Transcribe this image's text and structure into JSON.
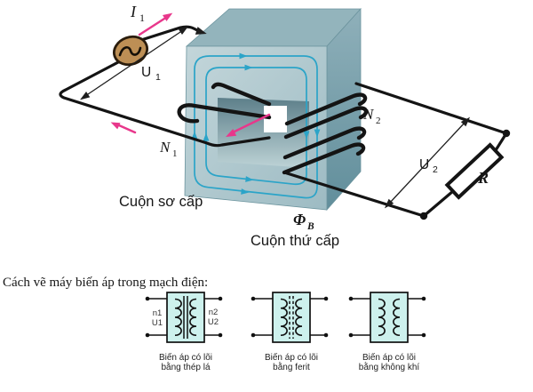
{
  "colors": {
    "pink": "#e8378b",
    "flux": "#2ba4c8",
    "wire": "#141414",
    "text": "#161616",
    "source-fill": "#bd8f55",
    "source-stroke": "#2a1c0c",
    "symbol-fill": "#cdf1ed",
    "core-front-light": "#c3d6da",
    "core-front-dark": "#9dbbc3",
    "core-top": "#93b4bc",
    "core-right-light": "#8fb0ba",
    "core-right-dark": "#618e9b",
    "hole-dark": "#5d7f8a",
    "hole-light": "#bdd3d6"
  },
  "diagram": {
    "i1": {
      "main": "I",
      "sub": "1"
    },
    "u1": {
      "main": "U",
      "sub": "1"
    },
    "n1": {
      "main": "N",
      "sub": "1"
    },
    "n2": {
      "main": "N",
      "sub": "2"
    },
    "u2": {
      "main": "U",
      "sub": "2"
    },
    "r_label": "R",
    "flux": {
      "main": "Φ",
      "sub": "B"
    },
    "primary_coil": "Cuộn sơ cấp",
    "secondary_coil": "Cuộn thứ cấp"
  },
  "schematics": {
    "heading": "Cách vẽ máy biến áp trong mạch điện:",
    "symbols": [
      {
        "left_top": "n1",
        "left_bottom": "U1",
        "right_top": "n2",
        "right_bottom": "U2",
        "caption1": "Biến áp có lõi",
        "caption2": "bằng thép lá"
      },
      {
        "caption1": "Biến áp có lõi",
        "caption2": "bằng ferit"
      },
      {
        "caption1": "Biến áp có lõi",
        "caption2": "bằng không khí"
      }
    ]
  }
}
